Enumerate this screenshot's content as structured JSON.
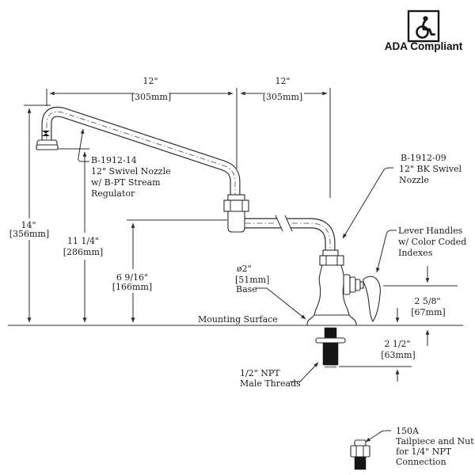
{
  "ada": {
    "icon": "wheelchair-icon",
    "label": "ADA Compliant"
  },
  "dims": {
    "reach_left": {
      "primary": "12\"",
      "metric": "[305mm]"
    },
    "reach_right": {
      "primary": "12\"",
      "metric": "[305mm]"
    },
    "overall_height": {
      "primary": "14\"",
      "metric": "[356mm]"
    },
    "outlet_height": {
      "primary": "11 1/4\"",
      "metric": "[286mm]"
    },
    "arm_height": {
      "primary": "6 9/16\"",
      "metric": "[166mm]"
    },
    "handle_drop": {
      "primary": "2 5/8\"",
      "metric": "[67mm]"
    },
    "shank_length": {
      "primary": "2 1/2\"",
      "metric": "[63mm]"
    }
  },
  "callouts": {
    "upper_nozzle": {
      "line1": "B-1912-14",
      "line2": "12\" Swivel Nozzle",
      "line3": "w/ B-PT Stream",
      "line4": "Regulator"
    },
    "right_nozzle": {
      "line1": "B-1912-09",
      "line2": "12\" BK Swivel",
      "line3": "Nozzle"
    },
    "lever": {
      "line1": "Lever Handles",
      "line2": "w/ Color Coded",
      "line3": "Indexes"
    },
    "base": {
      "line1": "ø2\"",
      "line2": "[51mm]",
      "line3": "Base"
    },
    "npt": {
      "line1": "1/2\" NPT",
      "line2": "Male Threads"
    },
    "tailpiece": {
      "line1": "150A",
      "line2": "Tailpiece and Nut",
      "line3": "for 1/4\" NPT",
      "line4": "Connection"
    }
  },
  "annotations": {
    "mounting_surface": "Mounting Surface"
  },
  "colors": {
    "line": "#2b2b2b",
    "thread_fill": "#161616",
    "background": "#ffffff"
  }
}
